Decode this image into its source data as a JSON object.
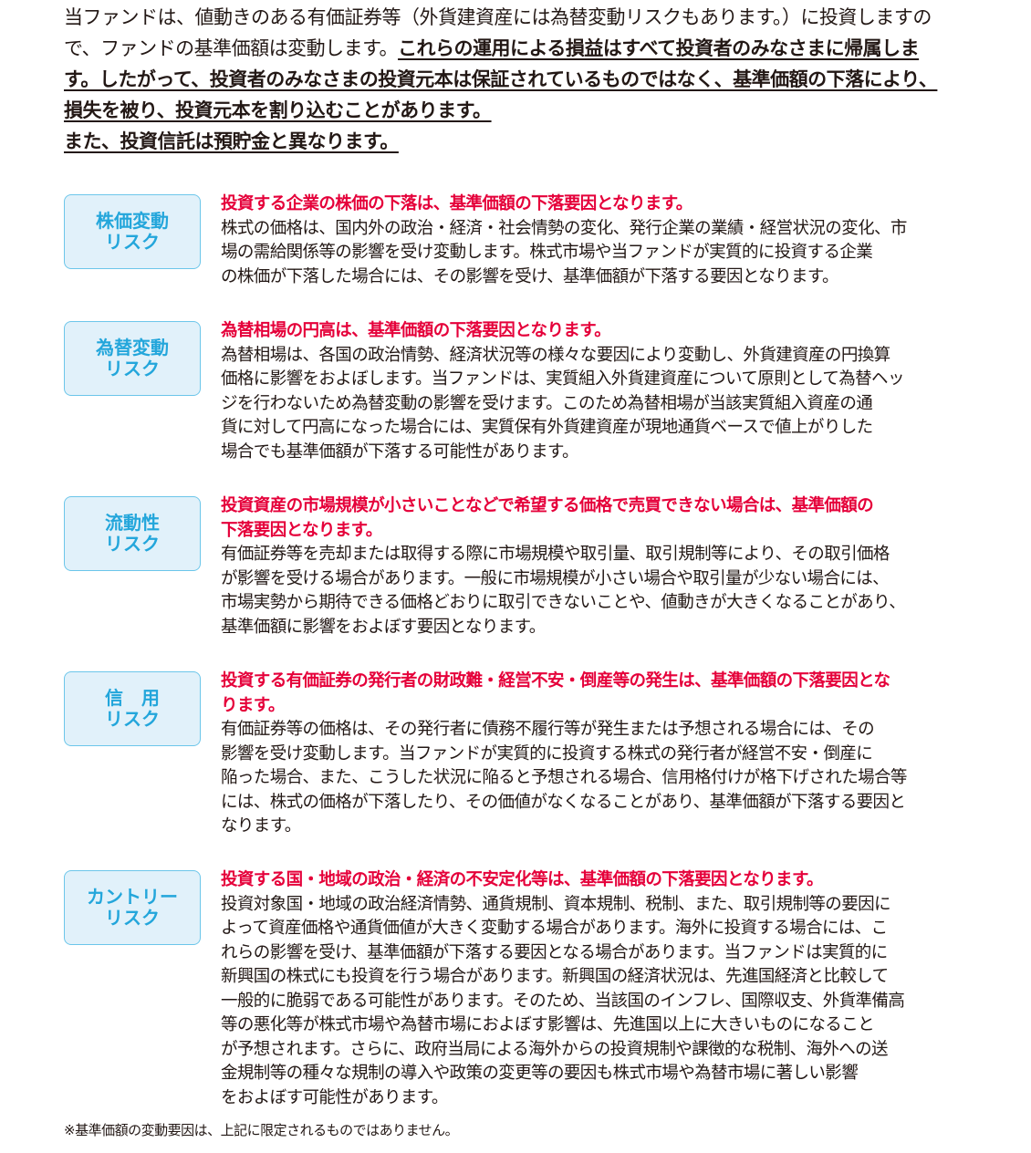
{
  "intro": {
    "lines": [
      {
        "plain": "当ファンドは、値動きのある有価証券等（外貨建資産には為替変動リスクもあります。）に投資しますの",
        "underlined": ""
      },
      {
        "plain": "で、ファンドの基準価額は変動します。",
        "underlined": "これらの運用による損益はすべて投資者のみなさまに帰属しま"
      },
      {
        "plain": "",
        "underlined": "す。したがって、投資者のみなさまの投資元本は保証されているものではなく、基準価額の下落により、"
      },
      {
        "plain": "",
        "underlined": "損失を被り、投資元本を割り込むことがあります。"
      },
      {
        "plain": "",
        "underlined": "また、投資信託は預貯金と異なります。"
      }
    ]
  },
  "risks": [
    {
      "label": [
        "株価変動",
        "リスク"
      ],
      "headline": [
        "投資する企業の株価の下落は、基準価額の下落要因となります。"
      ],
      "body": [
        "株式の価格は、国内外の政治・経済・社会情勢の変化、発行企業の業績・経営状況の変化、市",
        "場の需給関係等の影響を受け変動します。株式市場や当ファンドが実質的に投資する企業",
        "の株価が下落した場合には、その影響を受け、基準価額が下落する要因となります。"
      ]
    },
    {
      "label": [
        "為替変動",
        "リスク"
      ],
      "headline": [
        "為替相場の円高は、基準価額の下落要因となります。"
      ],
      "body": [
        "為替相場は、各国の政治情勢、経済状況等の様々な要因により変動し、外貨建資産の円換算",
        "価格に影響をおよぼします。当ファンドは、実質組入外貨建資産について原則として為替ヘッ",
        "ジを行わないため為替変動の影響を受けます。このため為替相場が当該実質組入資産の通",
        "貨に対して円高になった場合には、実質保有外貨建資産が現地通貨ベースで値上がりした",
        "場合でも基準価額が下落する可能性があります。"
      ]
    },
    {
      "label": [
        "流動性",
        "リスク"
      ],
      "headline": [
        "投資資産の市場規模が小さいことなどで希望する価格で売買できない場合は、基準価額の",
        "下落要因となります。"
      ],
      "body": [
        "有価証券等を売却または取得する際に市場規模や取引量、取引規制等により、その取引価格",
        "が影響を受ける場合があります。一般に市場規模が小さい場合や取引量が少ない場合には、",
        "市場実勢から期待できる価格どおりに取引できないことや、値動きが大きくなることがあり、",
        "基準価額に影響をおよぼす要因となります。"
      ]
    },
    {
      "label": [
        "信　用",
        "リスク"
      ],
      "headline": [
        "投資する有価証券の発行者の財政難・経営不安・倒産等の発生は、基準価額の下落要因とな",
        "ります。"
      ],
      "body": [
        "有価証券等の価格は、その発行者に債務不履行等が発生または予想される場合には、その",
        "影響を受け変動します。当ファンドが実質的に投資する株式の発行者が経営不安・倒産に",
        "陥った場合、また、こうした状況に陥ると予想される場合、信用格付けが格下げされた場合等",
        "には、株式の価格が下落したり、その価値がなくなることがあり、基準価額が下落する要因と",
        "なります。"
      ]
    },
    {
      "label": [
        "カントリー",
        "リスク"
      ],
      "headline": [
        "投資する国・地域の政治・経済の不安定化等は、基準価額の下落要因となります。"
      ],
      "body": [
        "投資対象国・地域の政治経済情勢、通貨規制、資本規制、税制、また、取引規制等の要因に",
        "よって資産価格や通貨価値が大きく変動する場合があります。海外に投資する場合には、こ",
        "れらの影響を受け、基準価額が下落する要因となる場合があります。当ファンドは実質的に",
        "新興国の株式にも投資を行う場合があります。新興国の経済状況は、先進国経済と比較して",
        "一般的に脆弱である可能性があります。そのため、当該国のインフレ、国際収支、外貨準備高",
        "等の悪化等が株式市場や為替市場におよぼす影響は、先進国以上に大きいものになること",
        "が予想されます。さらに、政府当局による海外からの投資規制や課徴的な税制、海外への送",
        "金規制等の種々な規制の導入や政策の変更等の要因も株式市場や為替市場に著しい影響",
        "をおよぼす可能性があります。"
      ]
    }
  ],
  "footnote": "※基準価額の変動要因は、上記に限定されるものではありません。",
  "colors": {
    "accent_red": "#e5003a",
    "label_blue": "#23a6db",
    "label_bg": "#e1f1fa"
  }
}
